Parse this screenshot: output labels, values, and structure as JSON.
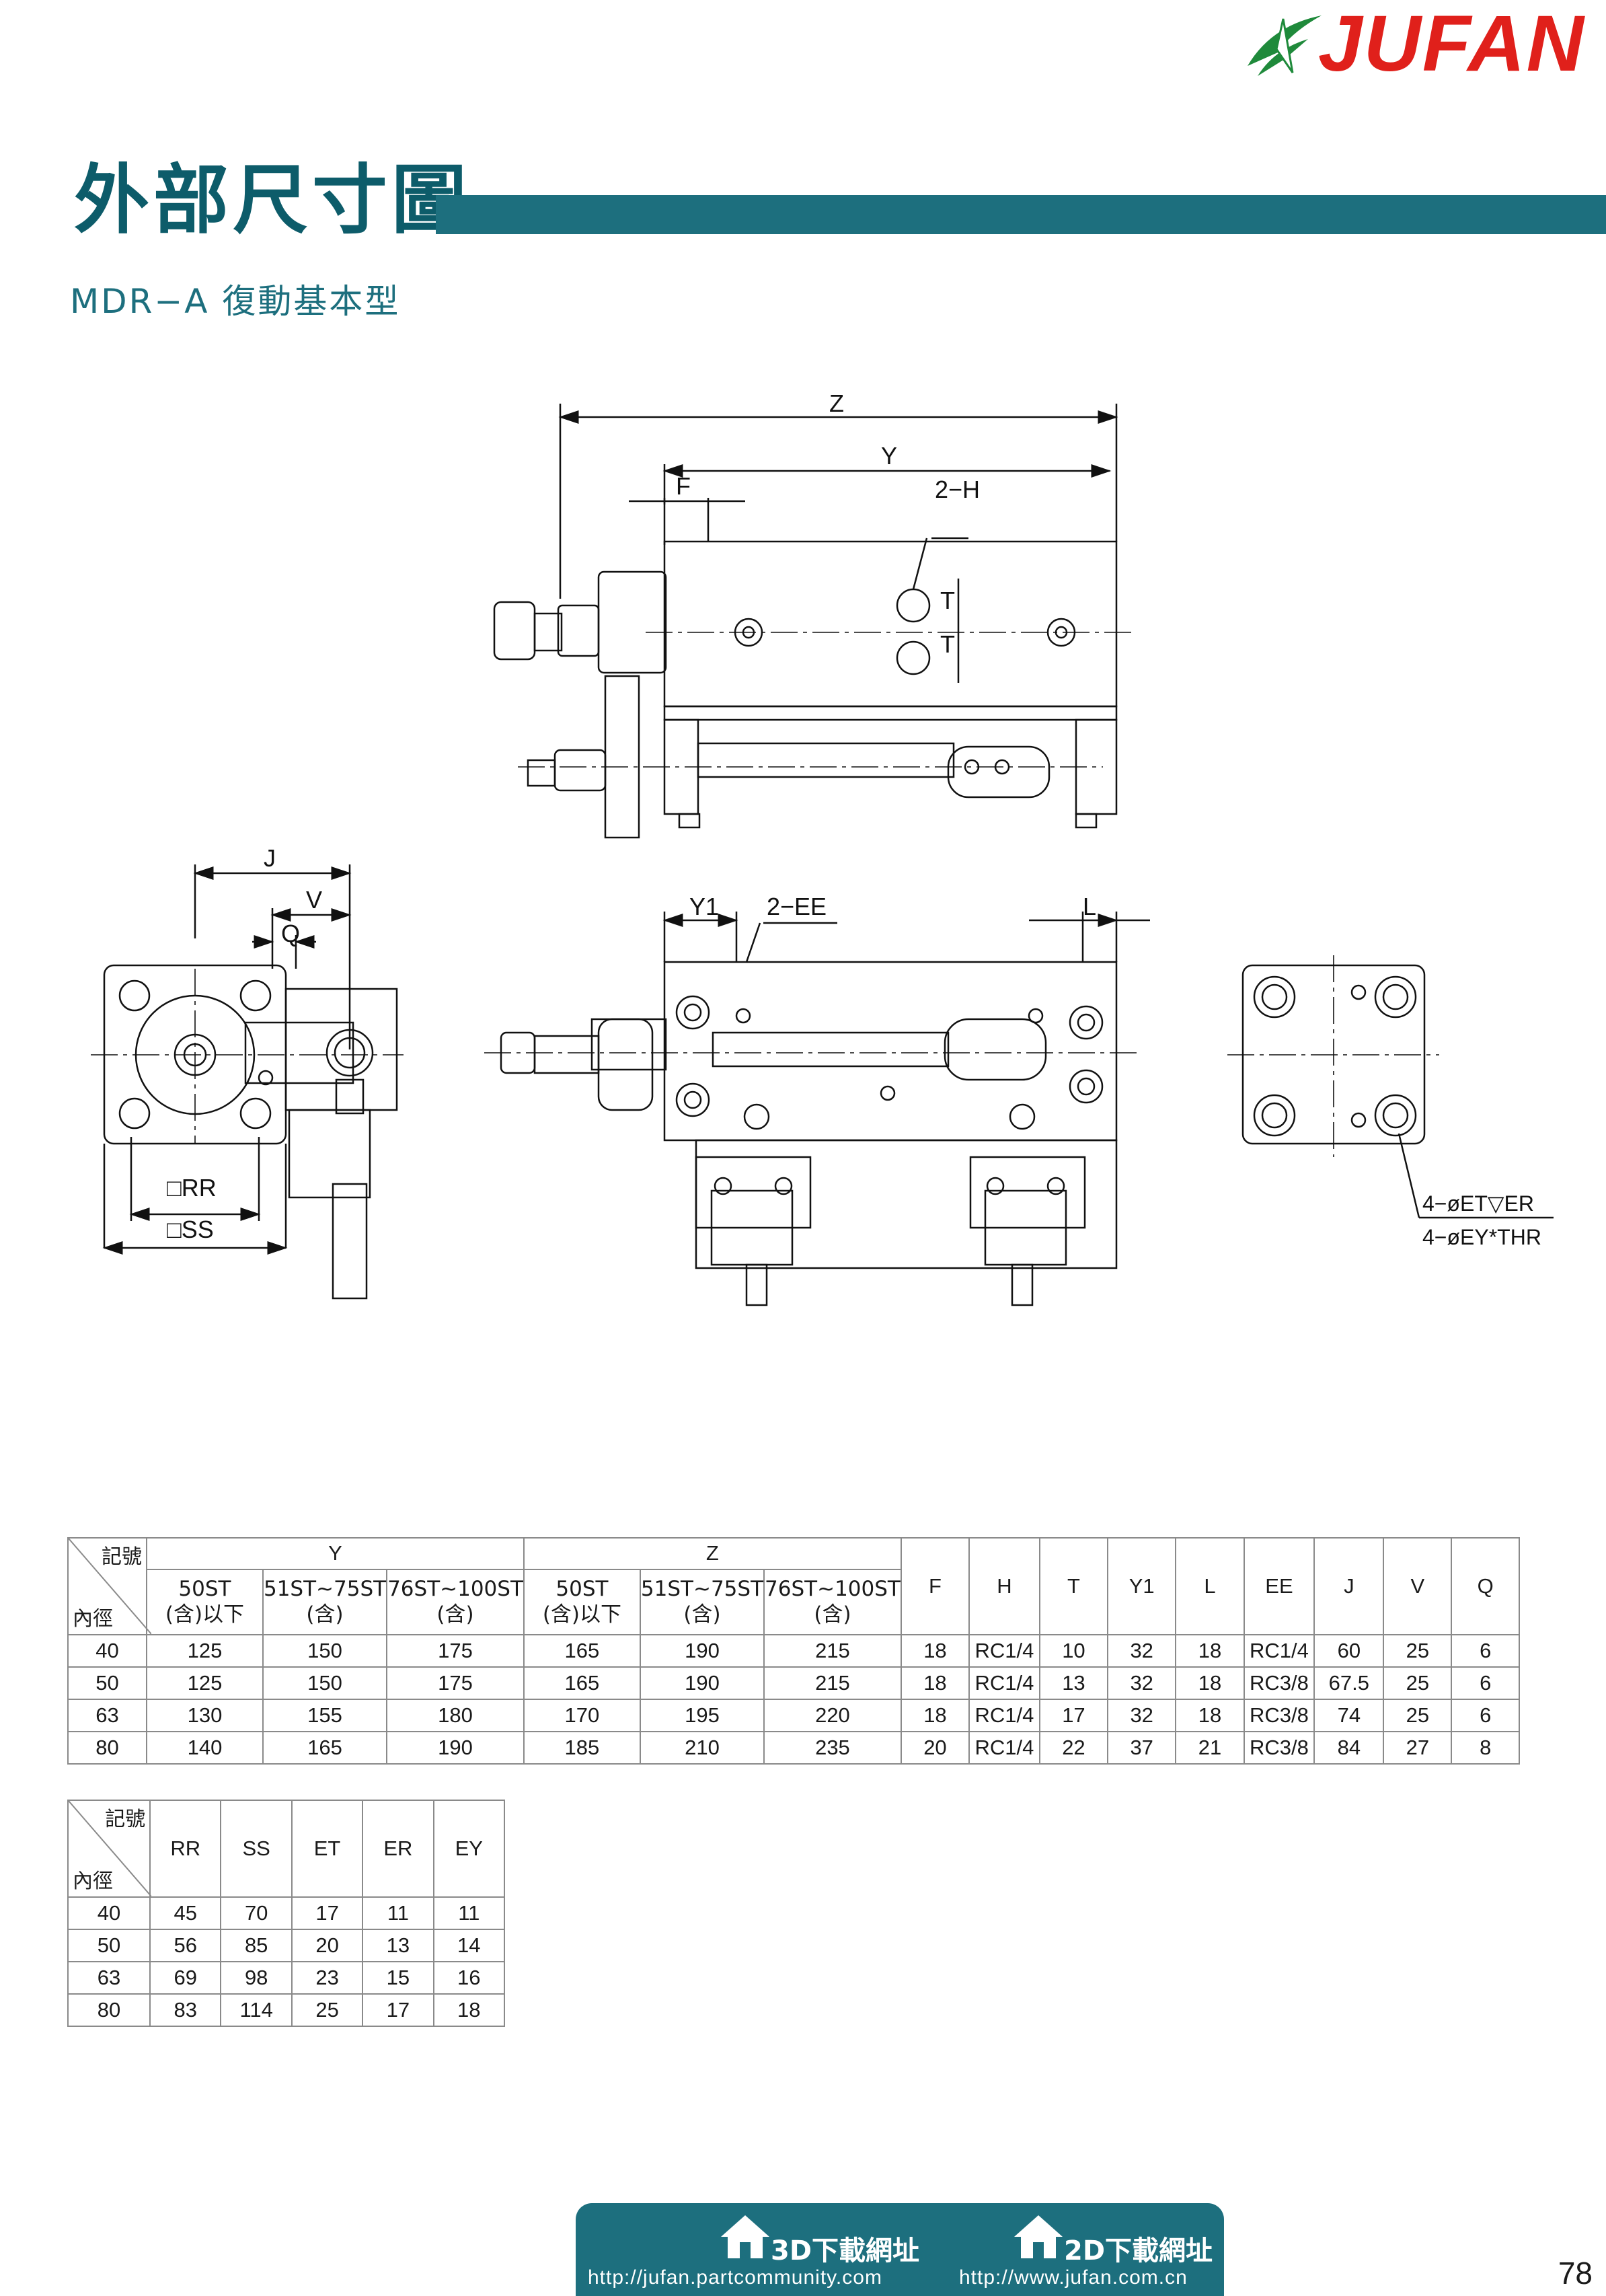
{
  "header": {
    "brand": "JUFAN",
    "title": "外部尺寸圖",
    "subtitle": "MDR−A 復動基本型"
  },
  "drawing": {
    "top_view": {
      "labels": {
        "z": "Z",
        "y": "Y",
        "f": "F",
        "h": "2−H",
        "t1": "T",
        "t2": "T"
      }
    },
    "front_view": {
      "labels": {
        "y1": "Y1",
        "ee": "2−EE",
        "l": "L"
      }
    },
    "side_view": {
      "labels": {
        "j": "J",
        "v": "V",
        "q": "Q",
        "rr": "□RR",
        "ss": "□SS"
      }
    },
    "rear_view": {
      "labels": {
        "note1": "4−øET▽ER",
        "note2": "4−øEY*THR"
      }
    }
  },
  "table1": {
    "corner_top": "記號",
    "corner_bottom": "內徑",
    "group_y": "Y",
    "group_z": "Z",
    "sub_headers": [
      "50ST\n(含)以下",
      "51ST~75ST\n(含)",
      "76ST~100ST\n(含)",
      "50ST\n(含)以下",
      "51ST~75ST\n(含)",
      "76ST~100ST\n(含)"
    ],
    "columns": [
      "F",
      "H",
      "T",
      "Y1",
      "L",
      "EE",
      "J",
      "V",
      "Q"
    ],
    "rows": [
      [
        "40",
        "125",
        "150",
        "175",
        "165",
        "190",
        "215",
        "18",
        "RC1/4",
        "10",
        "32",
        "18",
        "RC1/4",
        "60",
        "25",
        "6"
      ],
      [
        "50",
        "125",
        "150",
        "175",
        "165",
        "190",
        "215",
        "18",
        "RC1/4",
        "13",
        "32",
        "18",
        "RC3/8",
        "67.5",
        "25",
        "6"
      ],
      [
        "63",
        "130",
        "155",
        "180",
        "170",
        "195",
        "220",
        "18",
        "RC1/4",
        "17",
        "32",
        "18",
        "RC3/8",
        "74",
        "25",
        "6"
      ],
      [
        "80",
        "140",
        "165",
        "190",
        "185",
        "210",
        "235",
        "20",
        "RC1/4",
        "22",
        "37",
        "21",
        "RC3/8",
        "84",
        "27",
        "8"
      ]
    ]
  },
  "table2": {
    "corner_top": "記號",
    "corner_bottom": "內徑",
    "columns": [
      "RR",
      "SS",
      "ET",
      "ER",
      "EY"
    ],
    "rows": [
      [
        "40",
        "45",
        "70",
        "17",
        "11",
        "11"
      ],
      [
        "50",
        "56",
        "85",
        "20",
        "13",
        "14"
      ],
      [
        "63",
        "69",
        "98",
        "23",
        "15",
        "16"
      ],
      [
        "80",
        "83",
        "114",
        "25",
        "17",
        "18"
      ]
    ]
  },
  "footer": {
    "dl3d_label": "3D下載網址",
    "dl3d_url": "http://jufan.partcommunity.com",
    "dl2d_label": "2D下載網址",
    "dl2d_url": "http://www.jufan.com.cn",
    "page_number": "78"
  },
  "colors": {
    "brand_red": "#e0201b",
    "teal": "#1d6f7e",
    "logo_green": "#1f8a3b"
  }
}
